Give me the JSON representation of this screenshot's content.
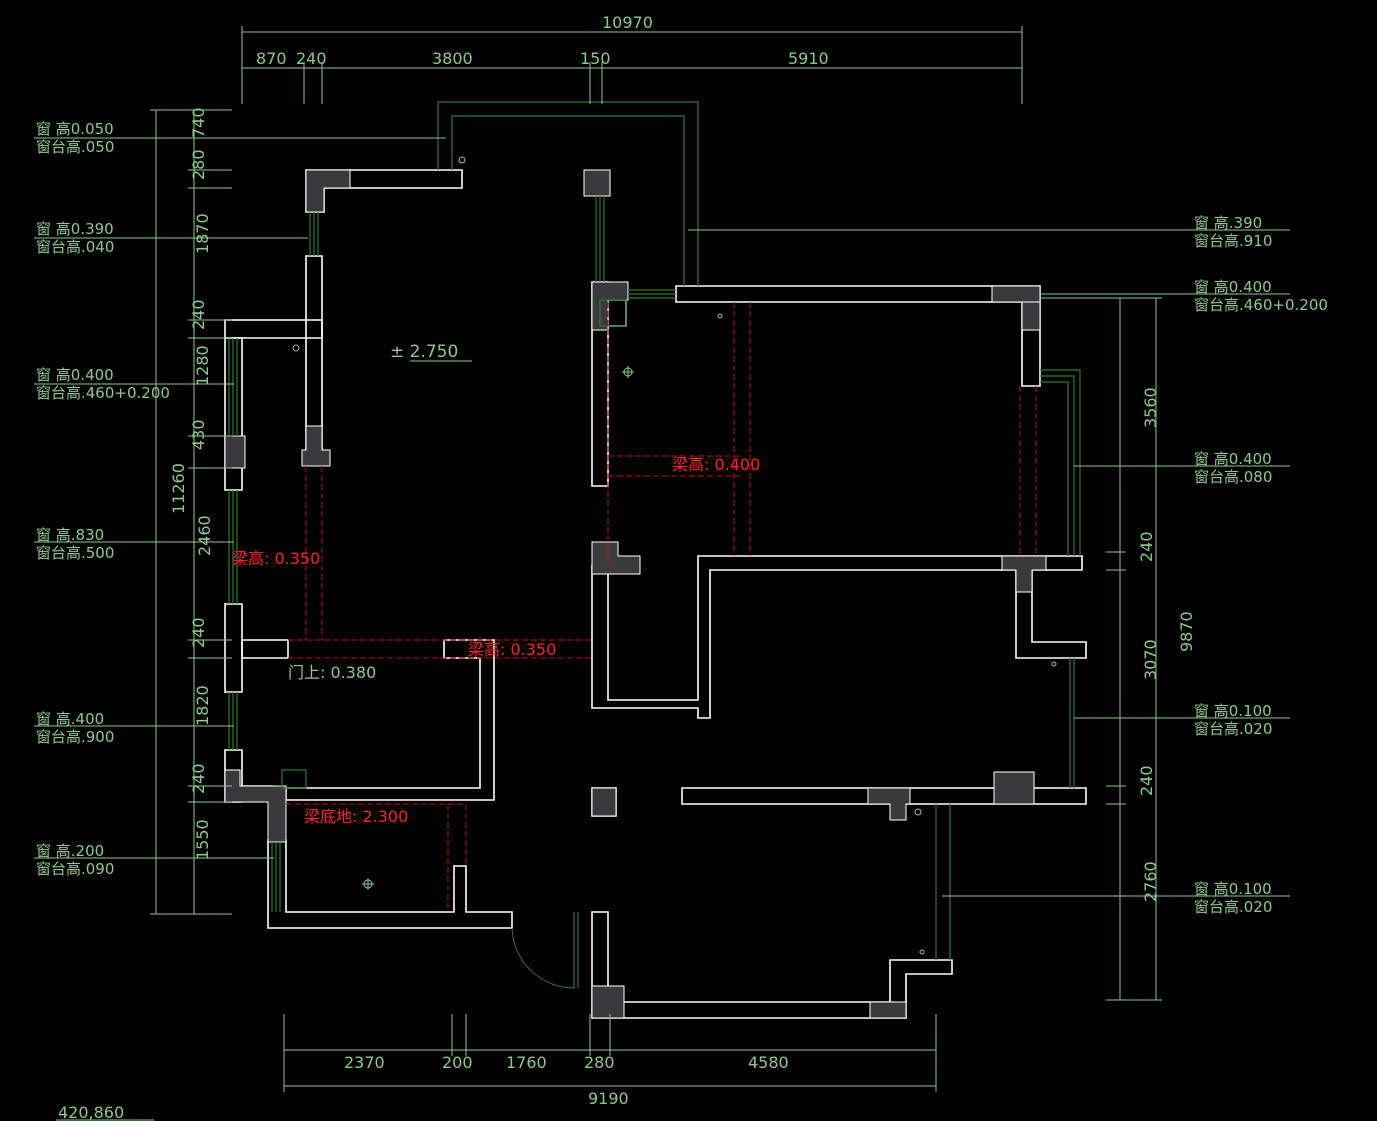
{
  "colors": {
    "background": "#000000",
    "wall": "#ffffff",
    "column": "#3a3a3c",
    "dimension": "#8cc98c",
    "annotation": "#8cc98c",
    "beam": "#ff2020",
    "window": "#2f7a2f"
  },
  "dimensions": {
    "top_total": "10970",
    "top_segments": [
      "870",
      "240",
      "3800",
      "150",
      "5910"
    ],
    "bottom_total": "9190",
    "bottom_segments": [
      "2370",
      "200",
      "1760",
      "280",
      "4580"
    ],
    "left_total": "11260",
    "left_segments": [
      "280",
      "740",
      "1870",
      "240",
      "1280",
      "430",
      "2460",
      "240",
      "1820",
      "240",
      "1550"
    ],
    "right_total": "9870",
    "right_segments": [
      "3560",
      "240",
      "3070",
      "240",
      "2760"
    ]
  },
  "window_labels_left": [
    {
      "line1": "窗 高0.050",
      "line2": "窗台高.050"
    },
    {
      "line1": "窗 高0.390",
      "line2": "窗台高.040"
    },
    {
      "line1": "窗 高0.400",
      "line2": "窗台高.460+0.200"
    },
    {
      "line1": "窗 高.830",
      "line2": "窗台高.500"
    },
    {
      "line1": "窗 高.400",
      "line2": "窗台高.900"
    },
    {
      "line1": "窗 高.200",
      "line2": "窗台高.090"
    }
  ],
  "window_labels_right": [
    {
      "line1": "窗 高.390",
      "line2": "窗台高.910"
    },
    {
      "line1": "窗 高0.400",
      "line2": "窗台高.460+0.200"
    },
    {
      "line1": "窗 高0.400",
      "line2": "窗台高.080"
    },
    {
      "line1": "窗 高0.100",
      "line2": "窗台高.020"
    },
    {
      "line1": "窗 高0.100",
      "line2": "窗台高.020"
    }
  ],
  "level_marker": "± 2.750",
  "beam_labels": [
    "梁高: 0.400",
    "梁高: 0.350",
    "梁高: 0.350",
    "梁底地: 2.300"
  ],
  "door_label": "门上: 0.380",
  "corner_readout": "420,860"
}
